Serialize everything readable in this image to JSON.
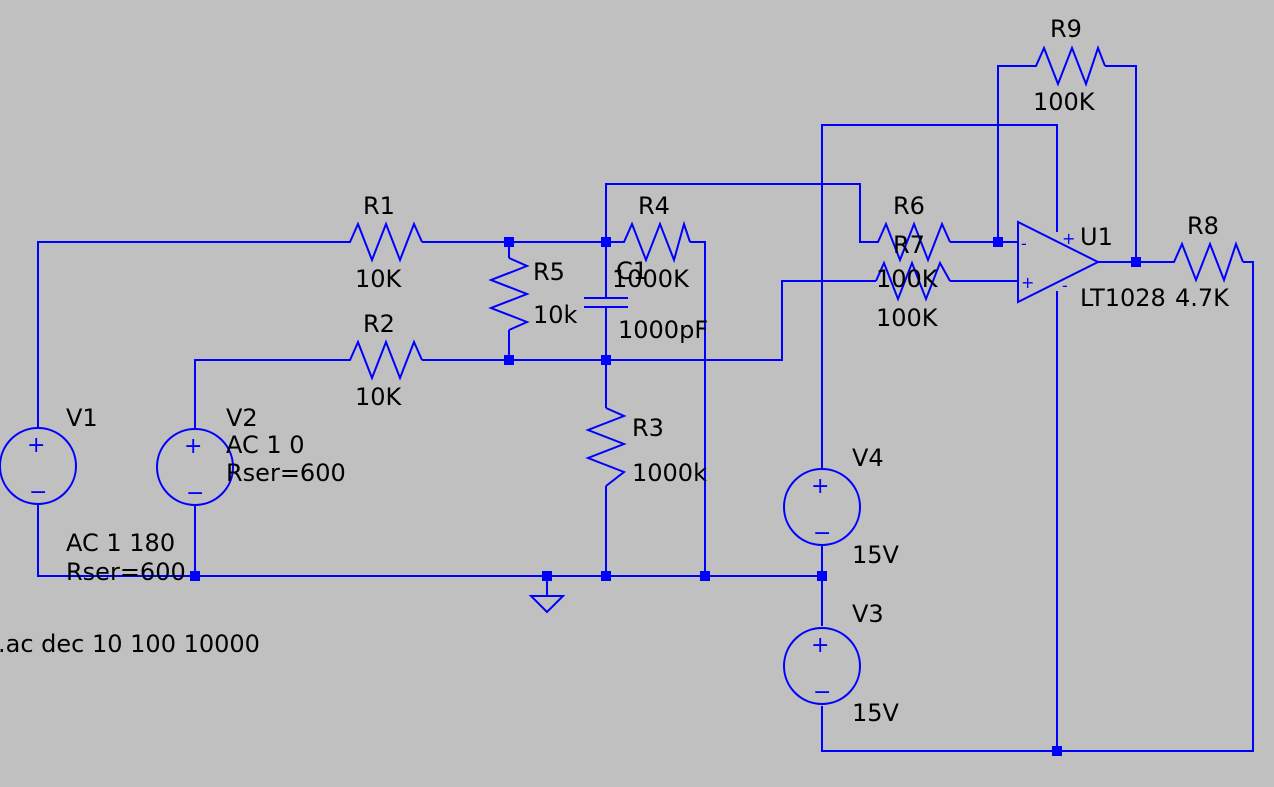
{
  "colors": {
    "background": "#c0c0c0",
    "wire": "#0000ff",
    "text": "#000000"
  },
  "components": {
    "R1": {
      "name": "R1",
      "value": "10K"
    },
    "R2": {
      "name": "R2",
      "value": "10K"
    },
    "R3": {
      "name": "R3",
      "value": "1000k"
    },
    "R4": {
      "name": "R4",
      "value": "1000K"
    },
    "R5": {
      "name": "R5",
      "value": "10k"
    },
    "R6": {
      "name": "R6",
      "value": "100K"
    },
    "R7": {
      "name": "R7",
      "value": "100K"
    },
    "R8": {
      "name": "R8",
      "value": "4.7K"
    },
    "R9": {
      "name": "R9",
      "value": "100K"
    },
    "C1": {
      "name": "C1",
      "value": "1000pF"
    },
    "U1": {
      "name": "U1",
      "value": "LT1028",
      "plus": "+",
      "minus": "-"
    },
    "V1": {
      "name": "V1",
      "line1": "AC 1 180",
      "line2": "Rser=600",
      "plus": "+",
      "minus": "−"
    },
    "V2": {
      "name": "V2",
      "line1": "AC 1 0",
      "line2": "Rser=600",
      "plus": "+",
      "minus": "−"
    },
    "V3": {
      "name": "V3",
      "value": "15V",
      "plus": "+",
      "minus": "−"
    },
    "V4": {
      "name": "V4",
      "value": "15V",
      "plus": "+",
      "minus": "−"
    }
  },
  "directive": ".ac dec 10 100 10000"
}
